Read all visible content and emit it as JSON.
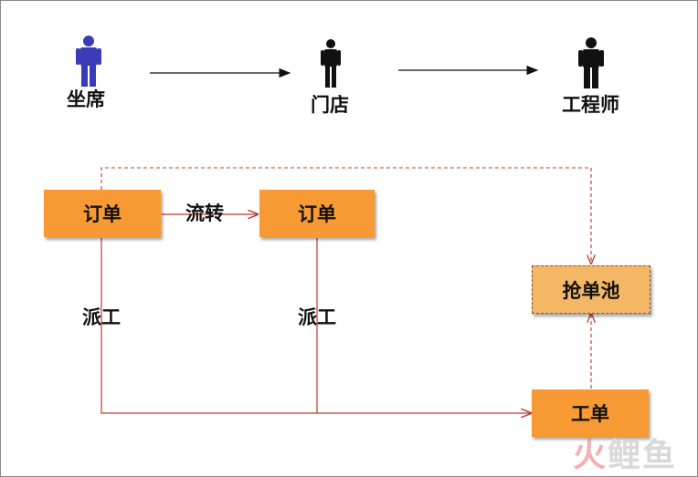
{
  "roles": {
    "seat": "坐席",
    "store": "门店",
    "engineer": "工程师"
  },
  "flow": {
    "order_1": "订单",
    "transfer": "流转",
    "order_2": "订单",
    "dispatch_1": "派工",
    "dispatch_2": "派工",
    "grab_pool": "抢单池",
    "work_order": "工单"
  },
  "watermark": {
    "part1": "火",
    "part2": "鲤鱼"
  },
  "colors": {
    "box_fill": "#f79a33",
    "pool_fill": "#f3b766",
    "line_red": "#c0392b",
    "seat_icon": "#3b3bb8",
    "person_icon": "#111111"
  },
  "icons": [
    "person-icon-seat",
    "person-icon-store",
    "person-icon-engineer"
  ]
}
